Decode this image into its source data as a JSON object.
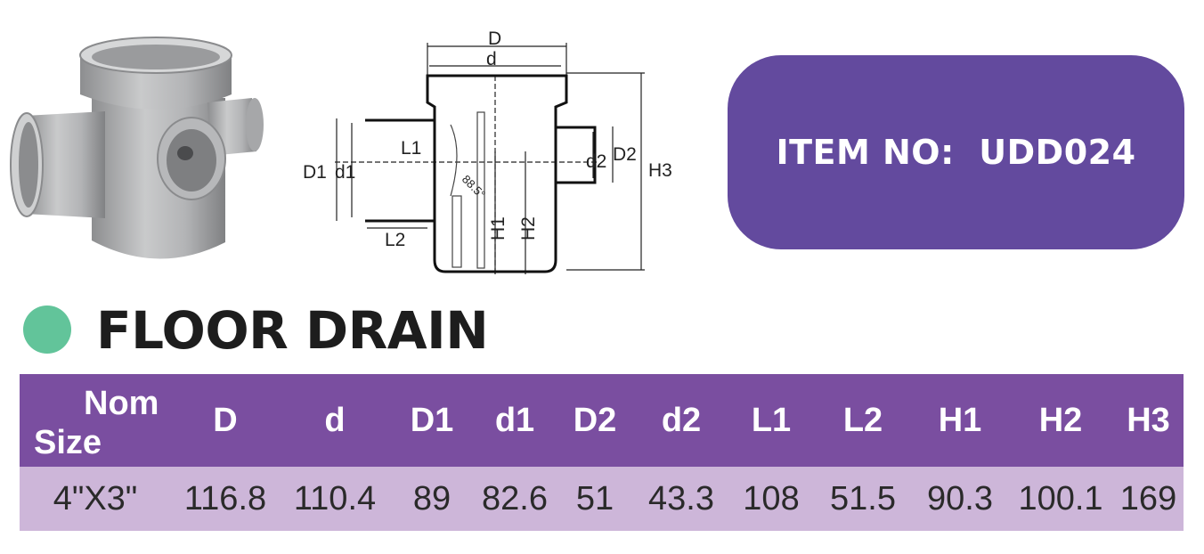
{
  "item": {
    "label": "ITEM NO:",
    "code": "UDD024"
  },
  "title": "FLOOR DRAIN",
  "diagram_labels": {
    "D": "D",
    "d": "d",
    "D1": "D1",
    "d1": "d1",
    "L1": "L1",
    "L2": "L2",
    "d2": "d2",
    "D2": "D2",
    "H1": "H1",
    "H2": "H2",
    "H3": "H3",
    "angle": "88.5°"
  },
  "table": {
    "headers": {
      "nom": "Nom",
      "size": "Size",
      "cols": [
        "D",
        "d",
        "D1",
        "d1",
        "D2",
        "d2",
        "L1",
        "L2",
        "H1",
        "H2",
        "H3"
      ]
    },
    "row": [
      "4\"X3\"",
      "116.8",
      "110.4",
      "89",
      "82.6",
      "51",
      "43.3",
      "108",
      "51.5",
      "90.3",
      "100.1",
      "169"
    ]
  },
  "colors": {
    "item_box": "#634a9e",
    "header": "#7a4ea0",
    "row": "#cdb6d9",
    "dot": "#62c49a"
  }
}
